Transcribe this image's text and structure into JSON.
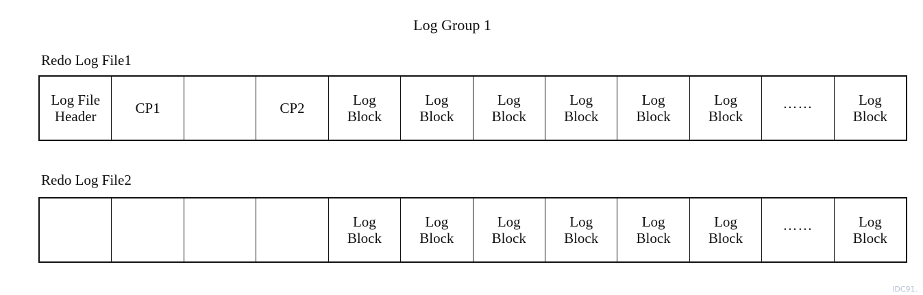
{
  "group_title": "Log Group 1",
  "files": [
    {
      "label": "Redo Log File1",
      "cells": [
        "Log File\nHeader",
        "CP1",
        "",
        "CP2",
        "Log\nBlock",
        "Log\nBlock",
        "Log\nBlock",
        "Log\nBlock",
        "Log\nBlock",
        "Log\nBlock",
        "……",
        "Log\nBlock"
      ]
    },
    {
      "label": "Redo Log File2",
      "cells": [
        "",
        "",
        "",
        "",
        "Log\nBlock",
        "Log\nBlock",
        "Log\nBlock",
        "Log\nBlock",
        "Log\nBlock",
        "Log\nBlock",
        "……",
        "Log\nBlock"
      ]
    }
  ],
  "watermark": "IDC91."
}
